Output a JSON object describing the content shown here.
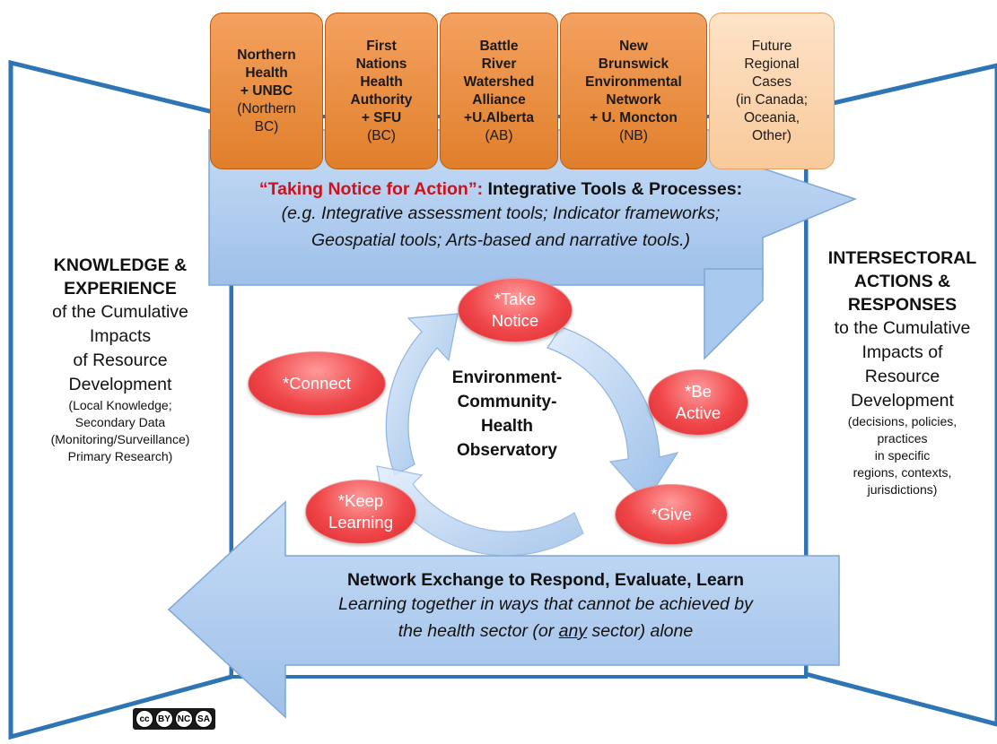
{
  "cases": [
    {
      "lines": [
        "Northern",
        "Health",
        "+ UNBC"
      ],
      "extra": [
        "(Northern",
        "BC)"
      ]
    },
    {
      "lines": [
        "First",
        "Nations",
        "Health",
        "Authority",
        "+ SFU"
      ],
      "extra": [
        "(BC)"
      ]
    },
    {
      "lines": [
        "Battle",
        "River",
        "Watershed",
        "Alliance",
        "+U.Alberta"
      ],
      "extra": [
        "(AB)"
      ]
    },
    {
      "lines": [
        "New",
        "Brunswick",
        "Environmental",
        "Network",
        "+ U. Moncton"
      ],
      "extra": [
        "(NB)"
      ]
    },
    {
      "lines": [],
      "extra": [
        "Future",
        "Regional",
        "Cases",
        "(in Canada;",
        "Oceania,",
        "Other)"
      ]
    }
  ],
  "tools": {
    "title_red": "“Taking Notice for Action”:",
    "title_black": "Integrative Tools & Processes:",
    "sub_line1": "(e.g. Integrative assessment tools; Indicator frameworks;",
    "sub_line2": "Geospatial tools; Arts-based and narrative tools.)"
  },
  "left": {
    "heading1": "KNOWLEDGE &",
    "heading2": "EXPERIENCE",
    "body": [
      "of the Cumulative",
      "Impacts",
      "of Resource",
      "Development"
    ],
    "small": [
      "(Local Knowledge;",
      "Secondary Data",
      "(Monitoring/Surveillance)",
      "Primary Research)"
    ]
  },
  "right": {
    "heading1": "INTERSECTORAL",
    "heading2": "ACTIONS &",
    "heading3": "RESPONSES",
    "body": [
      "to the Cumulative",
      "Impacts of",
      "Resource",
      "Development"
    ],
    "small": [
      "(decisions, policies,",
      "practices",
      "in specific",
      "regions, contexts,",
      "jurisdictions)"
    ]
  },
  "cycle": {
    "center": [
      "Environment-",
      "Community-",
      "Health",
      "Observatory"
    ],
    "take_notice": [
      "*Take",
      "Notice"
    ],
    "be_active": [
      "*Be",
      "Active"
    ],
    "give": [
      "*Give"
    ],
    "keep_learning": [
      "*Keep",
      "Learning"
    ],
    "connect": [
      "*Connect"
    ]
  },
  "exchange": {
    "title": "Network Exchange to Respond, Evaluate, Learn",
    "sub_line1": "Learning together in ways that cannot be achieved by",
    "sub_line2_a": "the health sector (or ",
    "sub_line2_u": "any",
    "sub_line2_b": " sector) alone"
  },
  "license": {
    "icons": [
      "cc",
      "BY",
      "NC",
      "SA"
    ]
  },
  "colors": {
    "frame": "#2e75b6",
    "arrow_fill": "#bcd6f3",
    "oval": "#e8363a",
    "case": "#ec8a3a",
    "title_red": "#d0101a"
  }
}
